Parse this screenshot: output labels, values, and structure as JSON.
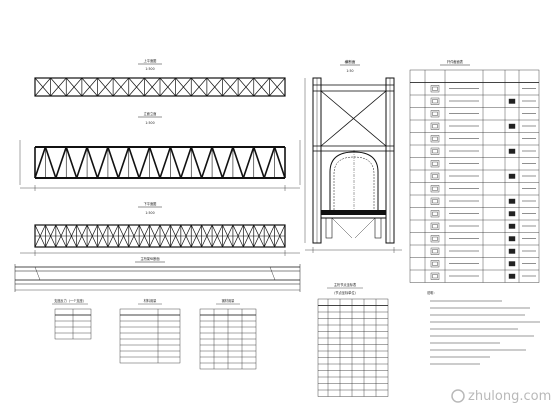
{
  "views": {
    "top_chord_plan_title": "上平面图",
    "top_chord_plan_scale": "1:500",
    "elevation_title": "立面立面",
    "elevation_scale": "1:500",
    "bottom_chord_plan_title": "下平面图",
    "bottom_chord_plan_scale": "1:500",
    "section_title": "横断面",
    "section_scale": "1:50",
    "long_section_title": "主桁架纵断面"
  },
  "tables": {
    "member_sections_title": "杆件截面表",
    "small_table_1_title": "支座反力（一个支座）",
    "small_table_2_title": "材料用量",
    "small_table_3_title": "钢材用量",
    "node_table_title": "主桁节点坐标表",
    "node_table_subtitle": "(节点坐标单位)"
  },
  "notes": {
    "title": "说明："
  },
  "watermark": "zhulong.com"
}
